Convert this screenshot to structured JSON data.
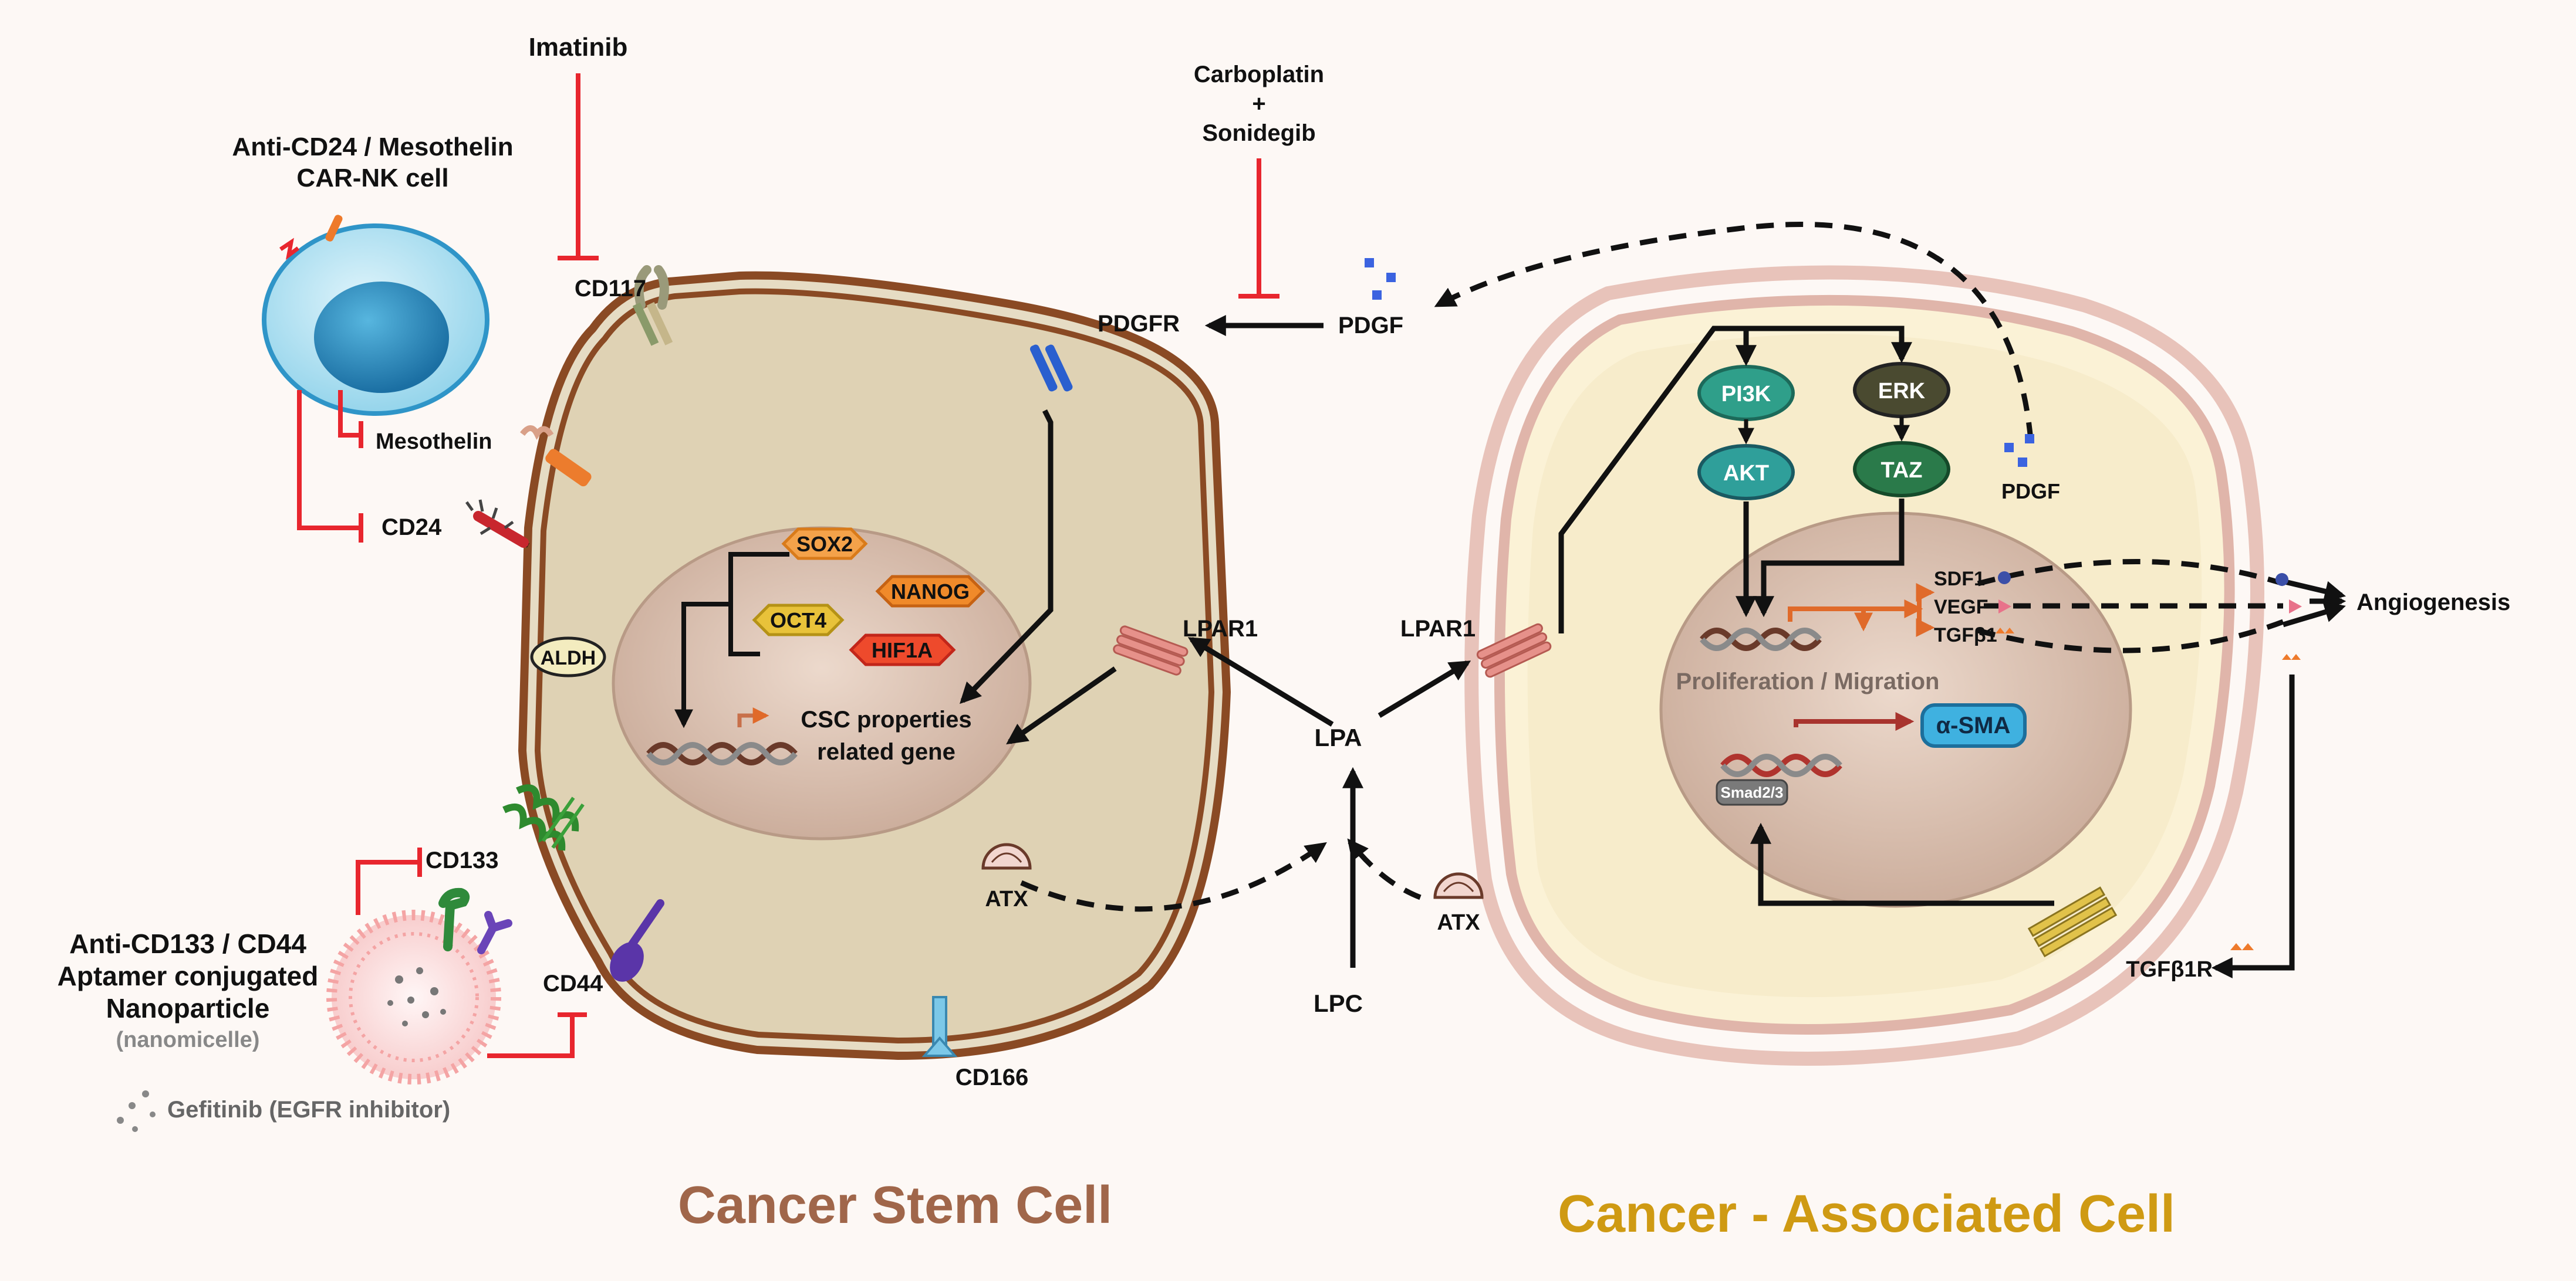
{
  "drugs": {
    "imatinib": "Imatinib",
    "carboplatin": "Carboplatin",
    "plus": "+",
    "sonidegib": "Sonidegib",
    "car_nk_line1": "Anti-CD24 / Mesothelin",
    "car_nk_line2": "CAR-NK cell",
    "np_line1": "Anti-CD133 / CD44",
    "np_line2": "Aptamer conjugated",
    "np_line3": "Nanoparticle",
    "np_line4": "(nanomicelle)",
    "gefitinib": "Gefitinib (EGFR inhibitor)"
  },
  "csc": {
    "title": "Cancer Stem Cell",
    "receptors": {
      "cd117": "CD117",
      "pdgfr": "PDGFR",
      "mesothelin": "Mesothelin",
      "cd24": "CD24",
      "aldh": "ALDH",
      "cd133": "CD133",
      "cd44": "CD44",
      "cd166": "CD166",
      "lpar1": "LPAR1"
    },
    "tfs": {
      "sox2": "SOX2",
      "nanog": "NANOG",
      "oct4": "OCT4",
      "hif1a": "HIF1A"
    },
    "gene_line1": "CSC properties",
    "gene_line2": "related gene"
  },
  "middle": {
    "pdgf": "PDGF",
    "lpa": "LPA",
    "lpc": "LPC",
    "atx_left": "ATX",
    "atx_right": "ATX"
  },
  "cac": {
    "title": "Cancer - Associated Cell",
    "lpar1": "LPAR1",
    "pi3k": "PI3K",
    "akt": "AKT",
    "erk": "ERK",
    "taz": "TAZ",
    "pdgf": "PDGF",
    "sdf1": "SDF1",
    "vegf": "VEGF",
    "tgfb1": "TGFβ1",
    "proliferation": "Proliferation / Migration",
    "asma": "α-SMA",
    "smad": "Smad2/3",
    "tgfb1r": "TGFβ1R",
    "angiogenesis": "Angiogenesis"
  },
  "colors": {
    "inhibit": "#e8262e",
    "csc_title": "#a0664a",
    "cac_title": "#cf9a13"
  }
}
